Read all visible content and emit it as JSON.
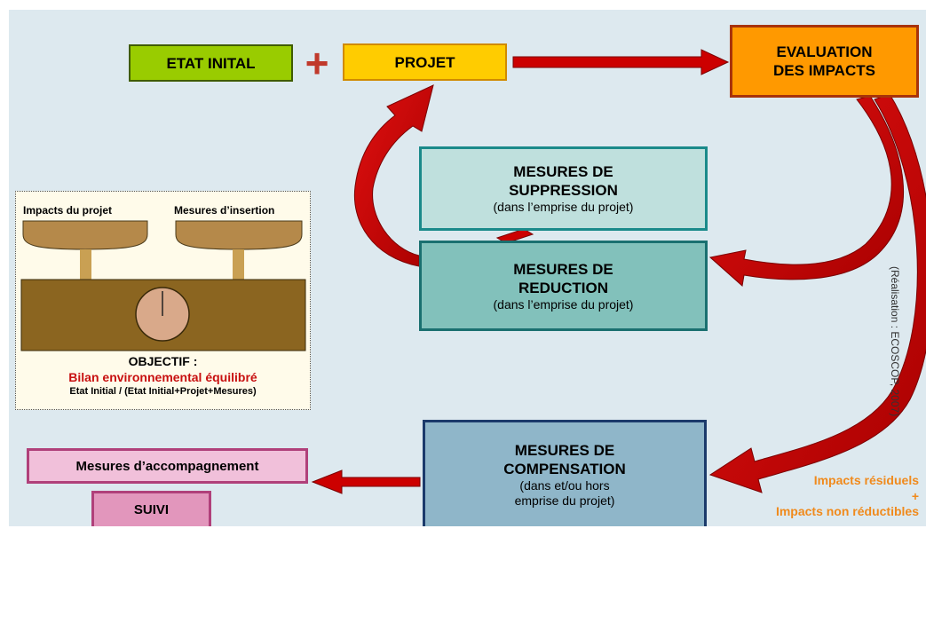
{
  "top": {
    "etat_initial": "ETAT INITAL",
    "plus": "+",
    "projet": "PROJET",
    "evaluation": [
      "EVALUATION",
      "DES IMPACTS"
    ]
  },
  "suppression": {
    "title": [
      "MESURES DE",
      "SUPPRESSION"
    ],
    "sub": "(dans l’emprise du projet)"
  },
  "reduction": {
    "title": [
      "MESURES DE",
      "REDUCTION"
    ],
    "sub": "(dans l’emprise du projet)"
  },
  "compensation": {
    "title": [
      "MESURES DE",
      "COMPENSATION"
    ],
    "sub": [
      "(dans et/ou hors",
      "emprise du projet)"
    ]
  },
  "accompagnement": "Mesures d’accompagnement",
  "suivi": "SUIVI",
  "balance": {
    "left_label": "Impacts du projet",
    "right_label": "Mesures d’insertion",
    "objectif": "OBJECTIF :",
    "bilan": "Bilan environnemental équilibré",
    "formula": "Etat Initial / (Etat Initial+Projet+Mesures)"
  },
  "residual": {
    "line1": "Impacts résiduels",
    "plus": "+",
    "line2": "Impacts non réductibles"
  },
  "credit": "(Réalisation : ECOSCOP, 2007)",
  "colors": {
    "background": "#dde9ef",
    "etat_initial": "#99cc00",
    "projet": "#ffcc00",
    "evaluation": "#ff9900",
    "suppression": "#bfe0dd",
    "reduction": "#82c1bb",
    "compensation": "#8fb6c9",
    "accompagnement": "#f1c0da",
    "suivi": "#e296bc",
    "arrow": "#cc0000",
    "scale_wood": "#8b6520",
    "scale_pan": "#b5894a",
    "residual_text": "#f08a1c"
  }
}
